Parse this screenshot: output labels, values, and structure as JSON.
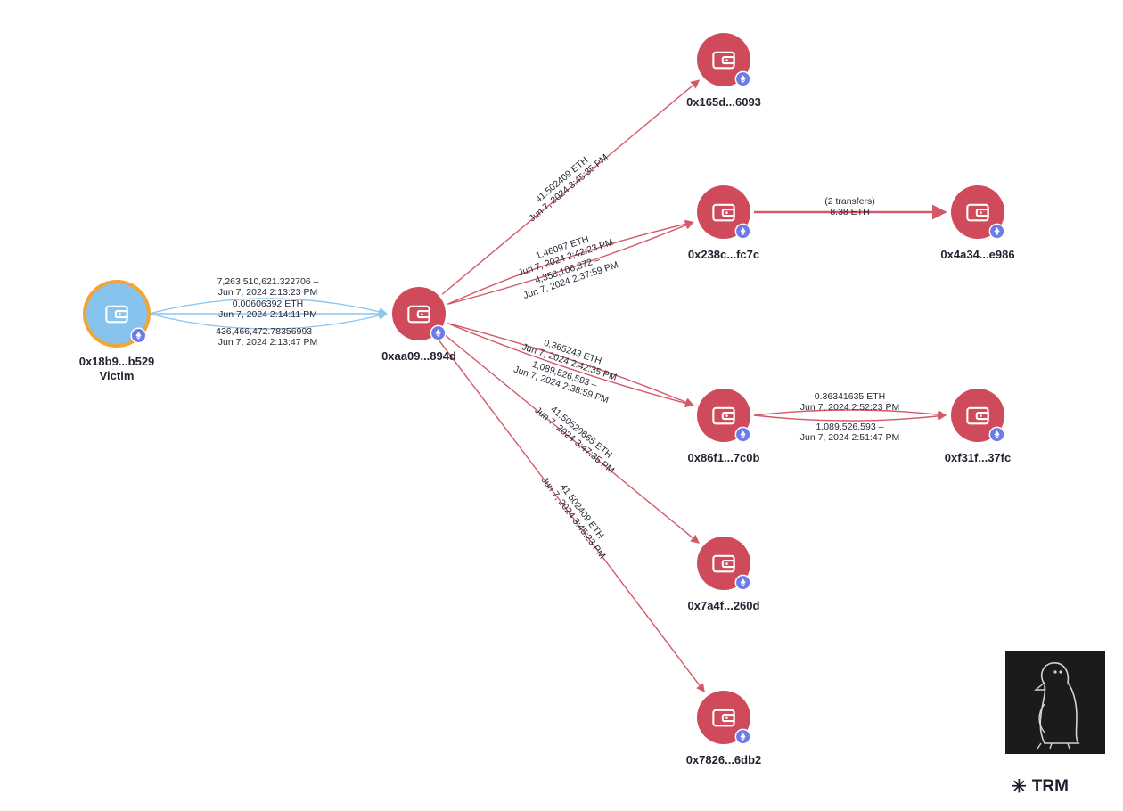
{
  "colors": {
    "node_fill": "#cf4a5a",
    "victim_fill": "#86c4ef",
    "victim_ring": "#f0a43a",
    "edge_victim": "#8ec6ee",
    "edge_default": "#d45868",
    "eth_badge": "#6c7bea"
  },
  "nodes": [
    {
      "id": "victim",
      "label": "0x18b9...b529",
      "sublabel": "Victim",
      "icon": "wallet-icon",
      "badge": "ethereum-icon"
    },
    {
      "id": "hub",
      "label": "0xaa09...894d",
      "icon": "wallet-icon",
      "badge": "ethereum-icon"
    },
    {
      "id": "n165d",
      "label": "0x165d...6093",
      "icon": "wallet-icon",
      "badge": "ethereum-icon"
    },
    {
      "id": "n238c",
      "label": "0x238c...fc7c",
      "icon": "wallet-icon",
      "badge": "ethereum-icon"
    },
    {
      "id": "n4a34",
      "label": "0x4a34...e986",
      "icon": "wallet-icon",
      "badge": "ethereum-icon"
    },
    {
      "id": "n86f1",
      "label": "0x86f1...7c0b",
      "icon": "wallet-icon",
      "badge": "ethereum-icon"
    },
    {
      "id": "nf31f",
      "label": "0xf31f...37fc",
      "icon": "wallet-icon",
      "badge": "ethereum-icon"
    },
    {
      "id": "n7a4f",
      "label": "0x7a4f...260d",
      "icon": "wallet-icon",
      "badge": "ethereum-icon"
    },
    {
      "id": "n7826",
      "label": "0x7826...6db2",
      "icon": "wallet-icon",
      "badge": "ethereum-icon"
    }
  ],
  "edges": [
    {
      "from": "victim",
      "to": "hub",
      "line1": "7,263,510,621.322706 –",
      "line2": "Jun 7, 2024 2:13:23 PM"
    },
    {
      "from": "victim",
      "to": "hub",
      "line1": "0.00606392 ETH",
      "line2": "Jun 7, 2024 2:14:11 PM"
    },
    {
      "from": "victim",
      "to": "hub",
      "line1": "436,466,472.78356993 –",
      "line2": "Jun 7, 2024 2:13:47 PM"
    },
    {
      "from": "hub",
      "to": "n165d",
      "line1": "41.502409 ETH",
      "line2": "Jun 7, 2024 3:45:35 PM"
    },
    {
      "from": "hub",
      "to": "n238c",
      "line1": "1.46097 ETH",
      "line2": "Jun 7, 2024 2:42:23 PM"
    },
    {
      "from": "hub",
      "to": "n238c",
      "line1": "4,358,106,372 –",
      "line2": "Jun 7, 2024 2:37:59 PM"
    },
    {
      "from": "n238c",
      "to": "n4a34",
      "line1": "(2 transfers)",
      "line2": "8.38 ETH"
    },
    {
      "from": "hub",
      "to": "n86f1",
      "line1": "0.365243 ETH",
      "line2": "Jun 7, 2024 2:42:35 PM"
    },
    {
      "from": "hub",
      "to": "n86f1",
      "line1": "1,089,526,593 –",
      "line2": "Jun 7, 2024 2:38:59 PM"
    },
    {
      "from": "n86f1",
      "to": "nf31f",
      "line1": "0.36341635 ETH",
      "line2": "Jun 7, 2024 2:52:23 PM"
    },
    {
      "from": "n86f1",
      "to": "nf31f",
      "line1": "1,089,526,593 –",
      "line2": "Jun 7, 2024 2:51:47 PM"
    },
    {
      "from": "hub",
      "to": "n7a4f",
      "line1": "41.50520665 ETH",
      "line2": "Jun 7, 2024 3:47:35 PM"
    },
    {
      "from": "hub",
      "to": "n7826",
      "line1": "41.502409 ETH",
      "line2": "Jun 7, 2024 3:45:23 PM"
    }
  ],
  "brand": {
    "text": "TRM",
    "icon": "trm-star-icon"
  },
  "mascot": {
    "icon": "penguin-icon"
  }
}
